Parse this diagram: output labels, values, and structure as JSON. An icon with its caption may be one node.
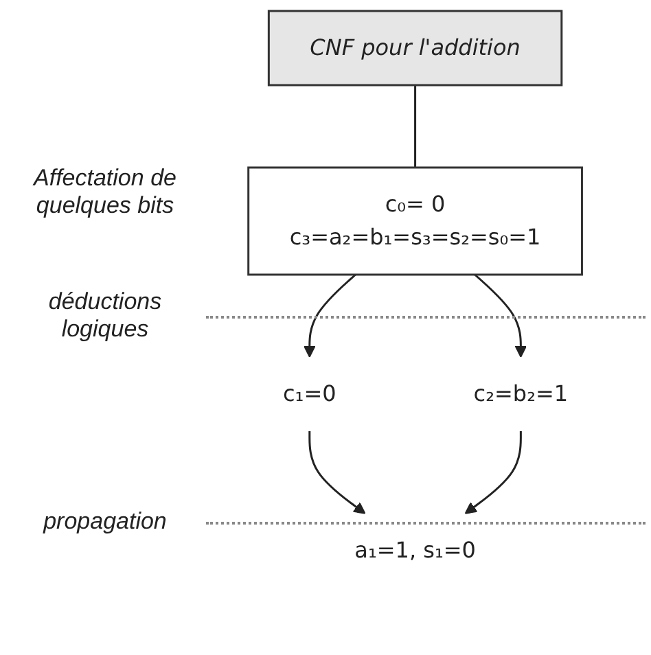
{
  "diagram": {
    "nodes": [
      {
        "text": [
          "CNF pour l'addition"
        ]
      },
      {
        "text": [
          "c₀= 0",
          "c₃=a₂=b₁=s₃=s₂=s₀=1"
        ]
      },
      {
        "text": [
          "c₁=0"
        ]
      },
      {
        "text": [
          "c₂=b₂=1"
        ]
      },
      {
        "text": [
          "a₁=1, s₁=0"
        ]
      }
    ],
    "edges": [
      {
        "from": 0,
        "to": 1,
        "arrow": "none"
      },
      {
        "from": 1,
        "to": 2,
        "arrow": "to"
      },
      {
        "from": 1,
        "to": 3,
        "arrow": "to"
      },
      {
        "from": 2,
        "to": 4,
        "arrow": "to"
      },
      {
        "from": 3,
        "to": 4,
        "arrow": "to"
      }
    ],
    "labels": [
      "Affectation de quelques bits",
      "déductions logiques",
      "propagation"
    ]
  }
}
